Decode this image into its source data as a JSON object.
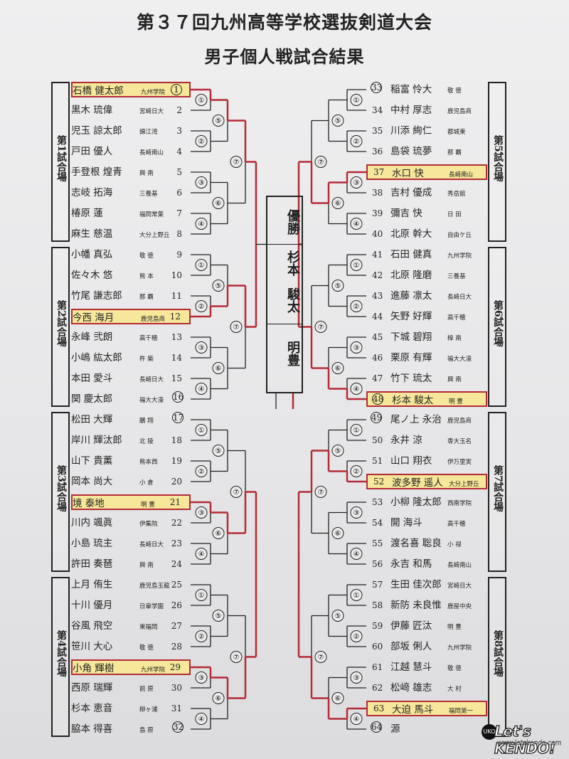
{
  "title": "第３７回九州高等学校選抜剣道大会",
  "subtitle": "男子個人戦試合結果",
  "champion": {
    "label": "優勝",
    "name_line1": "杉本",
    "name_line2": "駿太",
    "school": "明豊"
  },
  "courts": [
    "第1試合場",
    "第2試合場",
    "第3試合場",
    "第4試合場",
    "第5試合場",
    "第6試合場",
    "第7試合場",
    "第8試合場"
  ],
  "left_entries": [
    {
      "name": "石橋 健太郎",
      "school": "九州学院",
      "no": "1",
      "circled": true,
      "hl": true
    },
    {
      "name": "黒木 琉偉",
      "school": "宮崎日大",
      "no": "2"
    },
    {
      "name": "児玉 諒太郎",
      "school": "錦江湾",
      "no": "3"
    },
    {
      "name": "戸田 優人",
      "school": "長崎南山",
      "no": "4"
    },
    {
      "name": "手登根 煌青",
      "school": "興 南",
      "no": "5"
    },
    {
      "name": "志岐 拓海",
      "school": "三養基",
      "no": "6"
    },
    {
      "name": "椿原 蓮",
      "school": "福岡常葉",
      "no": "7"
    },
    {
      "name": "麻生 慈温",
      "school": "大分上野丘",
      "no": "8"
    },
    {
      "name": "小幡 真弘",
      "school": "敬 徳",
      "no": "9"
    },
    {
      "name": "佐々木 悠",
      "school": "熊 本",
      "no": "10"
    },
    {
      "name": "竹尾 謙志郎",
      "school": "那 覇",
      "no": "11"
    },
    {
      "name": "今西 海月",
      "school": "鹿児島商",
      "no": "12",
      "hl": true
    },
    {
      "name": "永峰 弐朗",
      "school": "高千穂",
      "no": "13"
    },
    {
      "name": "小嶋 紘太郎",
      "school": "杵 築",
      "no": "14"
    },
    {
      "name": "本田 愛斗",
      "school": "長崎日大",
      "no": "15"
    },
    {
      "name": "関 慶太郎",
      "school": "福大大濠",
      "no": "16",
      "circled": true
    },
    {
      "name": "松田 大輝",
      "school": "鵬 翔",
      "no": "17",
      "circled": true
    },
    {
      "name": "岸川 輝汰郎",
      "school": "北 陵",
      "no": "18"
    },
    {
      "name": "山下 貴薫",
      "school": "熊本西",
      "no": "19"
    },
    {
      "name": "岡本 尚大",
      "school": "小 倉",
      "no": "20"
    },
    {
      "name": "境 泰地",
      "school": "明 豊",
      "no": "21",
      "hl": true
    },
    {
      "name": "川内 颯眞",
      "school": "伊集院",
      "no": "22"
    },
    {
      "name": "小島 琉主",
      "school": "長崎日大",
      "no": "23"
    },
    {
      "name": "許田 奏琶",
      "school": "興 南",
      "no": "24"
    },
    {
      "name": "上月 侑生",
      "school": "鹿児島玉龍",
      "no": "25"
    },
    {
      "name": "十川 優月",
      "school": "日章学園",
      "no": "26"
    },
    {
      "name": "谷風 飛空",
      "school": "東福岡",
      "no": "27"
    },
    {
      "name": "笹川 大心",
      "school": "敬 徳",
      "no": "28"
    },
    {
      "name": "小角 輝樹",
      "school": "九州学院",
      "no": "29",
      "hl": true
    },
    {
      "name": "西原 瑞輝",
      "school": "前 原",
      "no": "30"
    },
    {
      "name": "杉本 恵音",
      "school": "柳ヶ浦",
      "no": "31"
    },
    {
      "name": "脇本 得喜",
      "school": "島 原",
      "no": "32",
      "circled": true
    }
  ],
  "right_entries": [
    {
      "name": "稲富 怜大",
      "school": "敬 徳",
      "no": "33",
      "circled": true
    },
    {
      "name": "中村 厚志",
      "school": "鹿児島商",
      "no": "34"
    },
    {
      "name": "川添 絢仁",
      "school": "都城東",
      "no": "35"
    },
    {
      "name": "島袋 琉夢",
      "school": "那 覇",
      "no": "36"
    },
    {
      "name": "水口 快",
      "school": "長崎南山",
      "no": "37",
      "hl": true
    },
    {
      "name": "吉村 優成",
      "school": "秀岳館",
      "no": "38"
    },
    {
      "name": "彌吉 快",
      "school": "日 田",
      "no": "39"
    },
    {
      "name": "北原 幹大",
      "school": "自由ケ丘",
      "no": "40"
    },
    {
      "name": "石田 健真",
      "school": "九州学院",
      "no": "41"
    },
    {
      "name": "北原 隆磨",
      "school": "三養基",
      "no": "42"
    },
    {
      "name": "進藤 凛太",
      "school": "長崎日大",
      "no": "43"
    },
    {
      "name": "矢野 好輝",
      "school": "高千穂",
      "no": "44"
    },
    {
      "name": "下城 碧翔",
      "school": "樟 南",
      "no": "45"
    },
    {
      "name": "栗原 有輝",
      "school": "福大大濠",
      "no": "46"
    },
    {
      "name": "竹下 琉太",
      "school": "興 南",
      "no": "47"
    },
    {
      "name": "杉本 駿太",
      "school": "明 豊",
      "no": "48",
      "circled": true,
      "hl": true
    },
    {
      "name": "尾ノ上 永治",
      "school": "鹿児島商",
      "no": "49",
      "circled": true
    },
    {
      "name": "永井 涼",
      "school": "専大玉名",
      "no": "50"
    },
    {
      "name": "山口 翔衣",
      "school": "伊万里実",
      "no": "51"
    },
    {
      "name": "波多野 遥人",
      "school": "大分上野丘",
      "no": "52",
      "hl": true
    },
    {
      "name": "小柳 隆太郎",
      "school": "西南学院",
      "no": "53"
    },
    {
      "name": "開 海斗",
      "school": "高千穂",
      "no": "54"
    },
    {
      "name": "渡名喜 聡良",
      "school": "小 禄",
      "no": "55"
    },
    {
      "name": "永吉 和馬",
      "school": "長崎南山",
      "no": "56"
    },
    {
      "name": "生田 佳次郎",
      "school": "宮崎日大",
      "no": "57"
    },
    {
      "name": "新防 未良惟",
      "school": "鹿屋中央",
      "no": "58"
    },
    {
      "name": "伊藤 匠汰",
      "school": "明 豊",
      "no": "59"
    },
    {
      "name": "部坂 俐人",
      "school": "九州学院",
      "no": "60"
    },
    {
      "name": "江越 慧斗",
      "school": "敬 徳",
      "no": "61"
    },
    {
      "name": "松﨑 雄志",
      "school": "大 村",
      "no": "62"
    },
    {
      "name": "大迫 馬斗",
      "school": "福岡第一",
      "no": "63",
      "hl": true
    },
    {
      "name": "源",
      "school": "",
      "no": "64",
      "circled": true
    }
  ],
  "colors": {
    "winner_line": "#b42b36",
    "line": "#222222",
    "highlight": "#f6e79a"
  },
  "logo": {
    "text": "Let's KENDO!",
    "url": "www.letskendo.com",
    "badge": "UKO"
  }
}
